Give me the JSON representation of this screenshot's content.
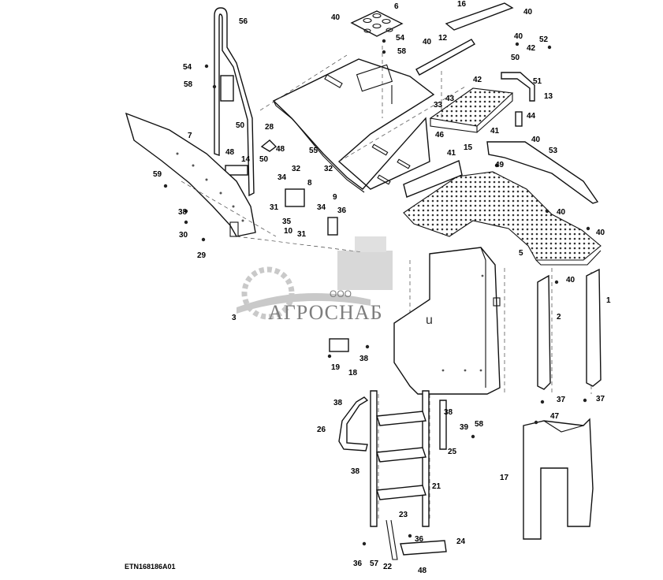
{
  "diagram": {
    "figure_id": "ETN168186A01",
    "watermark": {
      "company_prefix": "ООО",
      "company_name": "АГРОСНАБ",
      "tail": "u"
    },
    "callouts": [
      {
        "id": "c56",
        "label": "56"
      },
      {
        "id": "c54a",
        "label": "54"
      },
      {
        "id": "c58a",
        "label": "58"
      },
      {
        "id": "c40a",
        "label": "40"
      },
      {
        "id": "c6",
        "label": "6"
      },
      {
        "id": "c54b",
        "label": "54"
      },
      {
        "id": "c58b",
        "label": "58"
      },
      {
        "id": "c16",
        "label": "16"
      },
      {
        "id": "c40b",
        "label": "40"
      },
      {
        "id": "c40c",
        "label": "40"
      },
      {
        "id": "c12",
        "label": "12"
      },
      {
        "id": "c40d",
        "label": "40"
      },
      {
        "id": "c52",
        "label": "52"
      },
      {
        "id": "c42a",
        "label": "42"
      },
      {
        "id": "c50a",
        "label": "50"
      },
      {
        "id": "c42b",
        "label": "42"
      },
      {
        "id": "c51",
        "label": "51"
      },
      {
        "id": "c33",
        "label": "33"
      },
      {
        "id": "c43",
        "label": "43"
      },
      {
        "id": "c13",
        "label": "13"
      },
      {
        "id": "c55",
        "label": "55"
      },
      {
        "id": "c44",
        "label": "44"
      },
      {
        "id": "c46",
        "label": "46"
      },
      {
        "id": "c15",
        "label": "15"
      },
      {
        "id": "c41a",
        "label": "41"
      },
      {
        "id": "c7",
        "label": "7"
      },
      {
        "id": "c50b",
        "label": "50"
      },
      {
        "id": "c28",
        "label": "28"
      },
      {
        "id": "c48a",
        "label": "48"
      },
      {
        "id": "c48b",
        "label": "48"
      },
      {
        "id": "c40e",
        "label": "40"
      },
      {
        "id": "c53",
        "label": "53"
      },
      {
        "id": "c14",
        "label": "14"
      },
      {
        "id": "c50c",
        "label": "50"
      },
      {
        "id": "c41b",
        "label": "41"
      },
      {
        "id": "c49",
        "label": "49"
      },
      {
        "id": "c59",
        "label": "59"
      },
      {
        "id": "c32a",
        "label": "32"
      },
      {
        "id": "c32b",
        "label": "32"
      },
      {
        "id": "c34a",
        "label": "34"
      },
      {
        "id": "c8",
        "label": "8"
      },
      {
        "id": "c9",
        "label": "9"
      },
      {
        "id": "c38a",
        "label": "38"
      },
      {
        "id": "c31a",
        "label": "31"
      },
      {
        "id": "c34b",
        "label": "34"
      },
      {
        "id": "c36a",
        "label": "36"
      },
      {
        "id": "c40f",
        "label": "40"
      },
      {
        "id": "c35",
        "label": "35"
      },
      {
        "id": "c10",
        "label": "10"
      },
      {
        "id": "c30",
        "label": "30"
      },
      {
        "id": "c31b",
        "label": "31"
      },
      {
        "id": "c40g",
        "label": "40"
      },
      {
        "id": "c29",
        "label": "29"
      },
      {
        "id": "c5",
        "label": "5"
      },
      {
        "id": "c40h",
        "label": "40"
      },
      {
        "id": "c1",
        "label": "1"
      },
      {
        "id": "c3",
        "label": "3"
      },
      {
        "id": "c2",
        "label": "2"
      },
      {
        "id": "c38b",
        "label": "38"
      },
      {
        "id": "c19",
        "label": "19"
      },
      {
        "id": "c18",
        "label": "18"
      },
      {
        "id": "c37a",
        "label": "37"
      },
      {
        "id": "c37b",
        "label": "37"
      },
      {
        "id": "c38c",
        "label": "38"
      },
      {
        "id": "c38d",
        "label": "38"
      },
      {
        "id": "c47",
        "label": "47"
      },
      {
        "id": "c26",
        "label": "26"
      },
      {
        "id": "c39",
        "label": "39"
      },
      {
        "id": "c58c",
        "label": "58"
      },
      {
        "id": "c25",
        "label": "25"
      },
      {
        "id": "c17",
        "label": "17"
      },
      {
        "id": "c38e",
        "label": "38"
      },
      {
        "id": "c21",
        "label": "21"
      },
      {
        "id": "c23",
        "label": "23"
      },
      {
        "id": "c24",
        "label": "24"
      },
      {
        "id": "c36b",
        "label": "36"
      },
      {
        "id": "c36c",
        "label": "36"
      },
      {
        "id": "c57",
        "label": "57"
      },
      {
        "id": "c22",
        "label": "22"
      },
      {
        "id": "c48c",
        "label": "48"
      }
    ]
  }
}
